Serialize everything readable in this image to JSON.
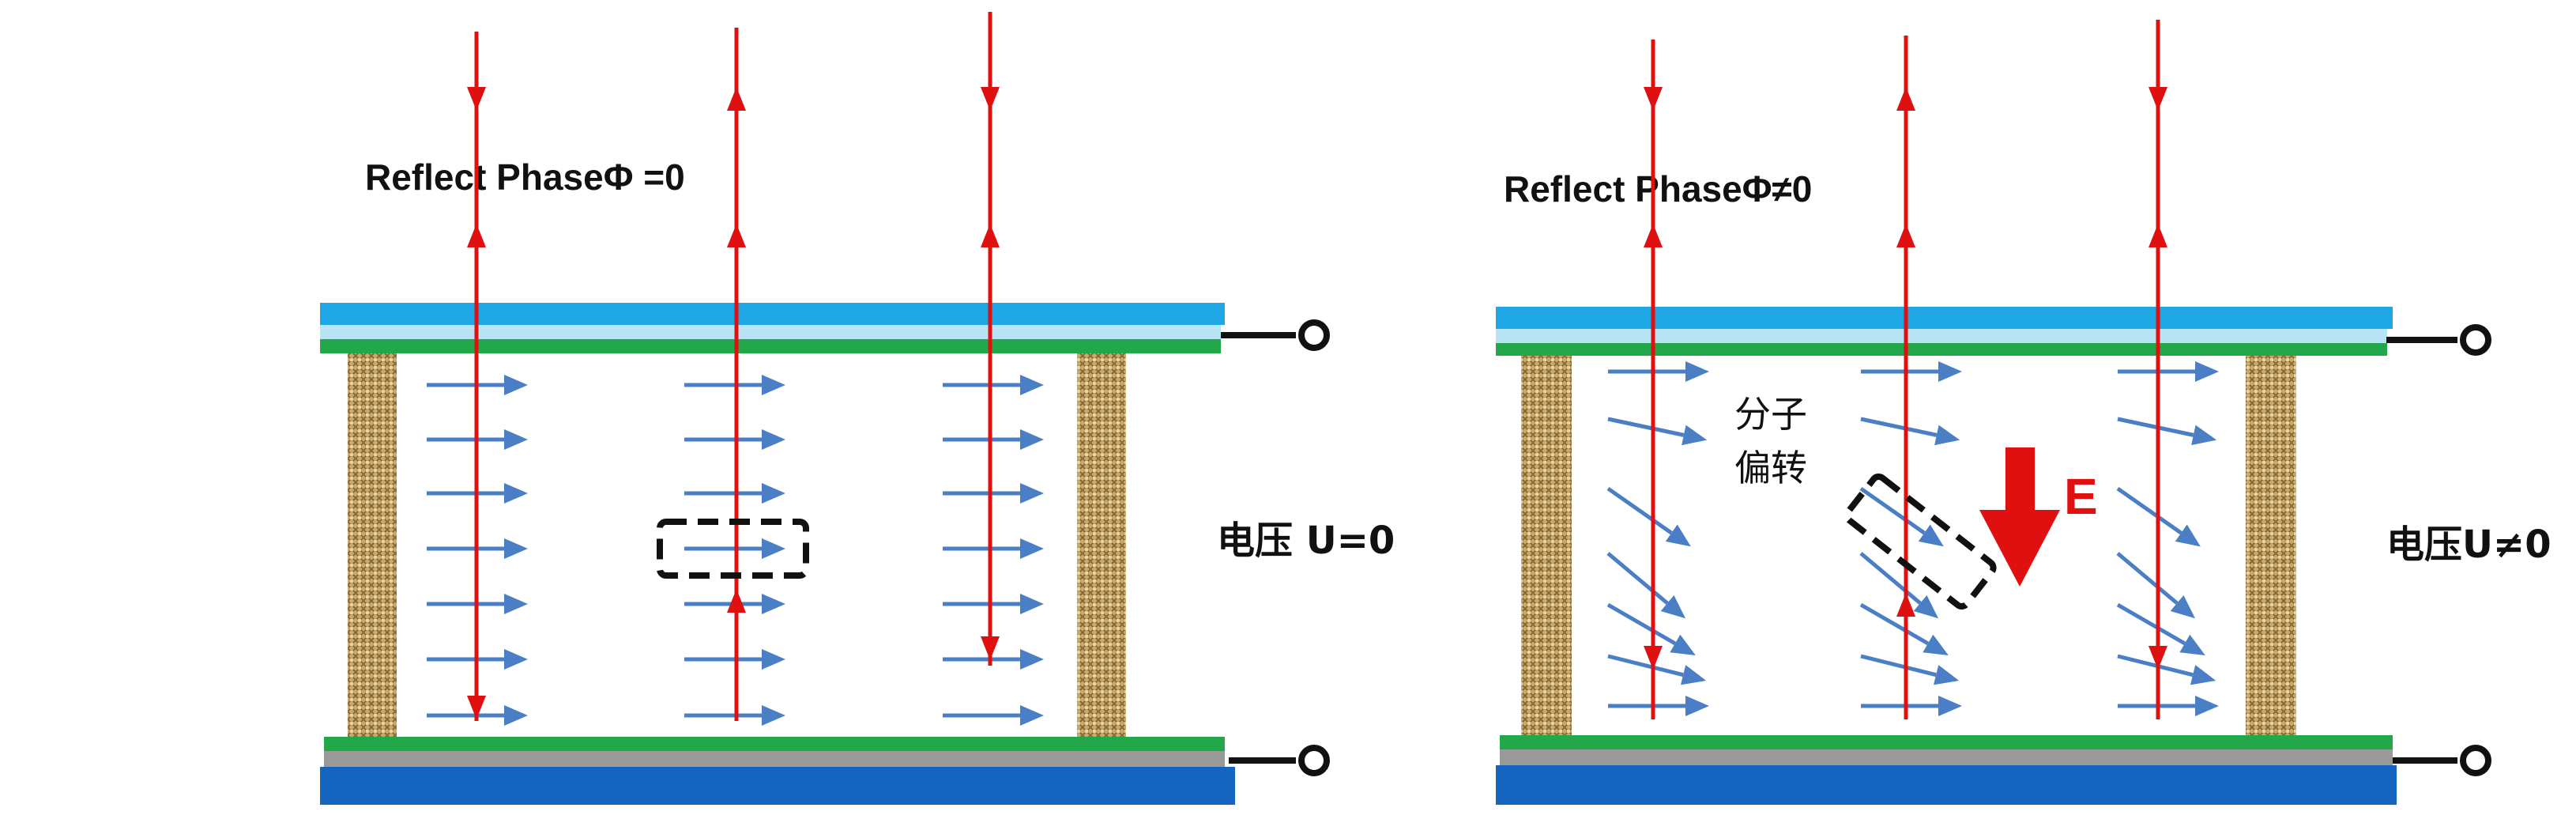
{
  "left_panel": {
    "phase_label": "Reflect PhaseΦ =0",
    "voltage_label": "电压 U=0"
  },
  "right_panel": {
    "phase_label": "Reflect  PhaseΦ≠0",
    "molecule_label_line1": "分子",
    "molecule_label_line2": "偏转",
    "field_label": "E",
    "voltage_label": "电压U≠0"
  },
  "colors": {
    "light_ray": "#e01010",
    "molecule_arrow": "#4a7fc6",
    "top_electrode": "#1ea7e4",
    "bottom_electrode": "#1565c0",
    "alignment_layer": "#22a84a",
    "spacer": "#c8a86a",
    "field_arrow": "#e01010"
  }
}
